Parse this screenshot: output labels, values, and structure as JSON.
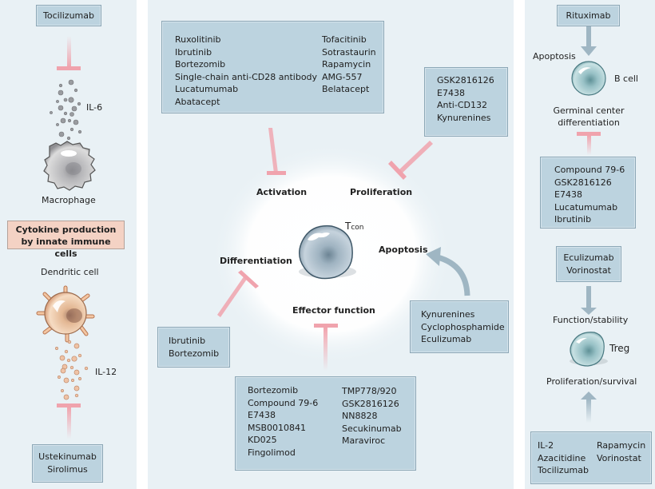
{
  "left_panel": {
    "top_drug": "Tocilizumab",
    "cytokine_top": "IL-6",
    "macrophage_label": "Macrophage",
    "central_box": "Cytokine production by innate immune cells",
    "dendritic_label": "Dendritic cell",
    "cytokine_bottom": "IL-12",
    "bottom_drugs": [
      "Ustekinumab",
      "Sirolimus"
    ]
  },
  "center_panel": {
    "cell_label": "T",
    "cell_label_sub": "con",
    "processes": {
      "activation": "Activation",
      "proliferation": "Proliferation",
      "differentiation": "Differentiation",
      "apoptosis": "Apoptosis",
      "effector": "Effector function"
    },
    "activation_drugs": {
      "col1": [
        "Ruxolitinib",
        "Ibrutinib",
        "Bortezomib",
        "Single-chain anti-CD28 antibody",
        "Lucatumumab",
        "Abatacept"
      ],
      "col2": [
        "Tofacitinib",
        "Sotrastaurin",
        "Rapamycin",
        "AMG-557",
        "Belatacept"
      ]
    },
    "proliferation_drugs": [
      "GSK2816126",
      "E7438",
      "Anti-CD132",
      "Kynurenines"
    ],
    "differentiation_drugs": [
      "Ibrutinib",
      "Bortezomib"
    ],
    "apoptosis_drugs": [
      "Kynurenines",
      "Cyclophosphamide",
      "Eculizumab"
    ],
    "effector_drugs": {
      "col1": [
        "Bortezomib",
        "Compound 79-6",
        "E7438",
        "MSB0010841",
        "KD025",
        "Fingolimod"
      ],
      "col2": [
        "TMP778/920",
        "GSK2816126",
        "NN8828",
        "Secukinumab",
        "Maraviroc"
      ]
    }
  },
  "right_panel": {
    "top_drug": "Rituximab",
    "apoptosis_label": "Apoptosis",
    "bcell_label": "B cell",
    "gc_label": [
      "Germinal center",
      "differentiation"
    ],
    "gc_drugs": [
      "Compound 79-6",
      "GSK2816126",
      "E7438",
      "Lucatumumab",
      "Ibrutinib"
    ],
    "treg_function_drugs": [
      "Eculizumab",
      "Vorinostat"
    ],
    "function_label": "Function/stability",
    "treg_label": "T",
    "treg_label_sub": "reg",
    "prolif_label": "Proliferation/survival",
    "treg_prolif_drugs": {
      "col1": [
        "IL-2",
        "Azacitidine",
        "Tocilizumab"
      ],
      "col2": [
        "Rapamycin",
        "Vorinostat"
      ]
    }
  },
  "colors": {
    "panel_bg": "#e9f1f5",
    "drug_box": "#bcd3df",
    "inhibit_pink": "#f0a3ad",
    "promote_arrow": "#9fb6c3",
    "cytokine_box": "#f4d2c4"
  }
}
